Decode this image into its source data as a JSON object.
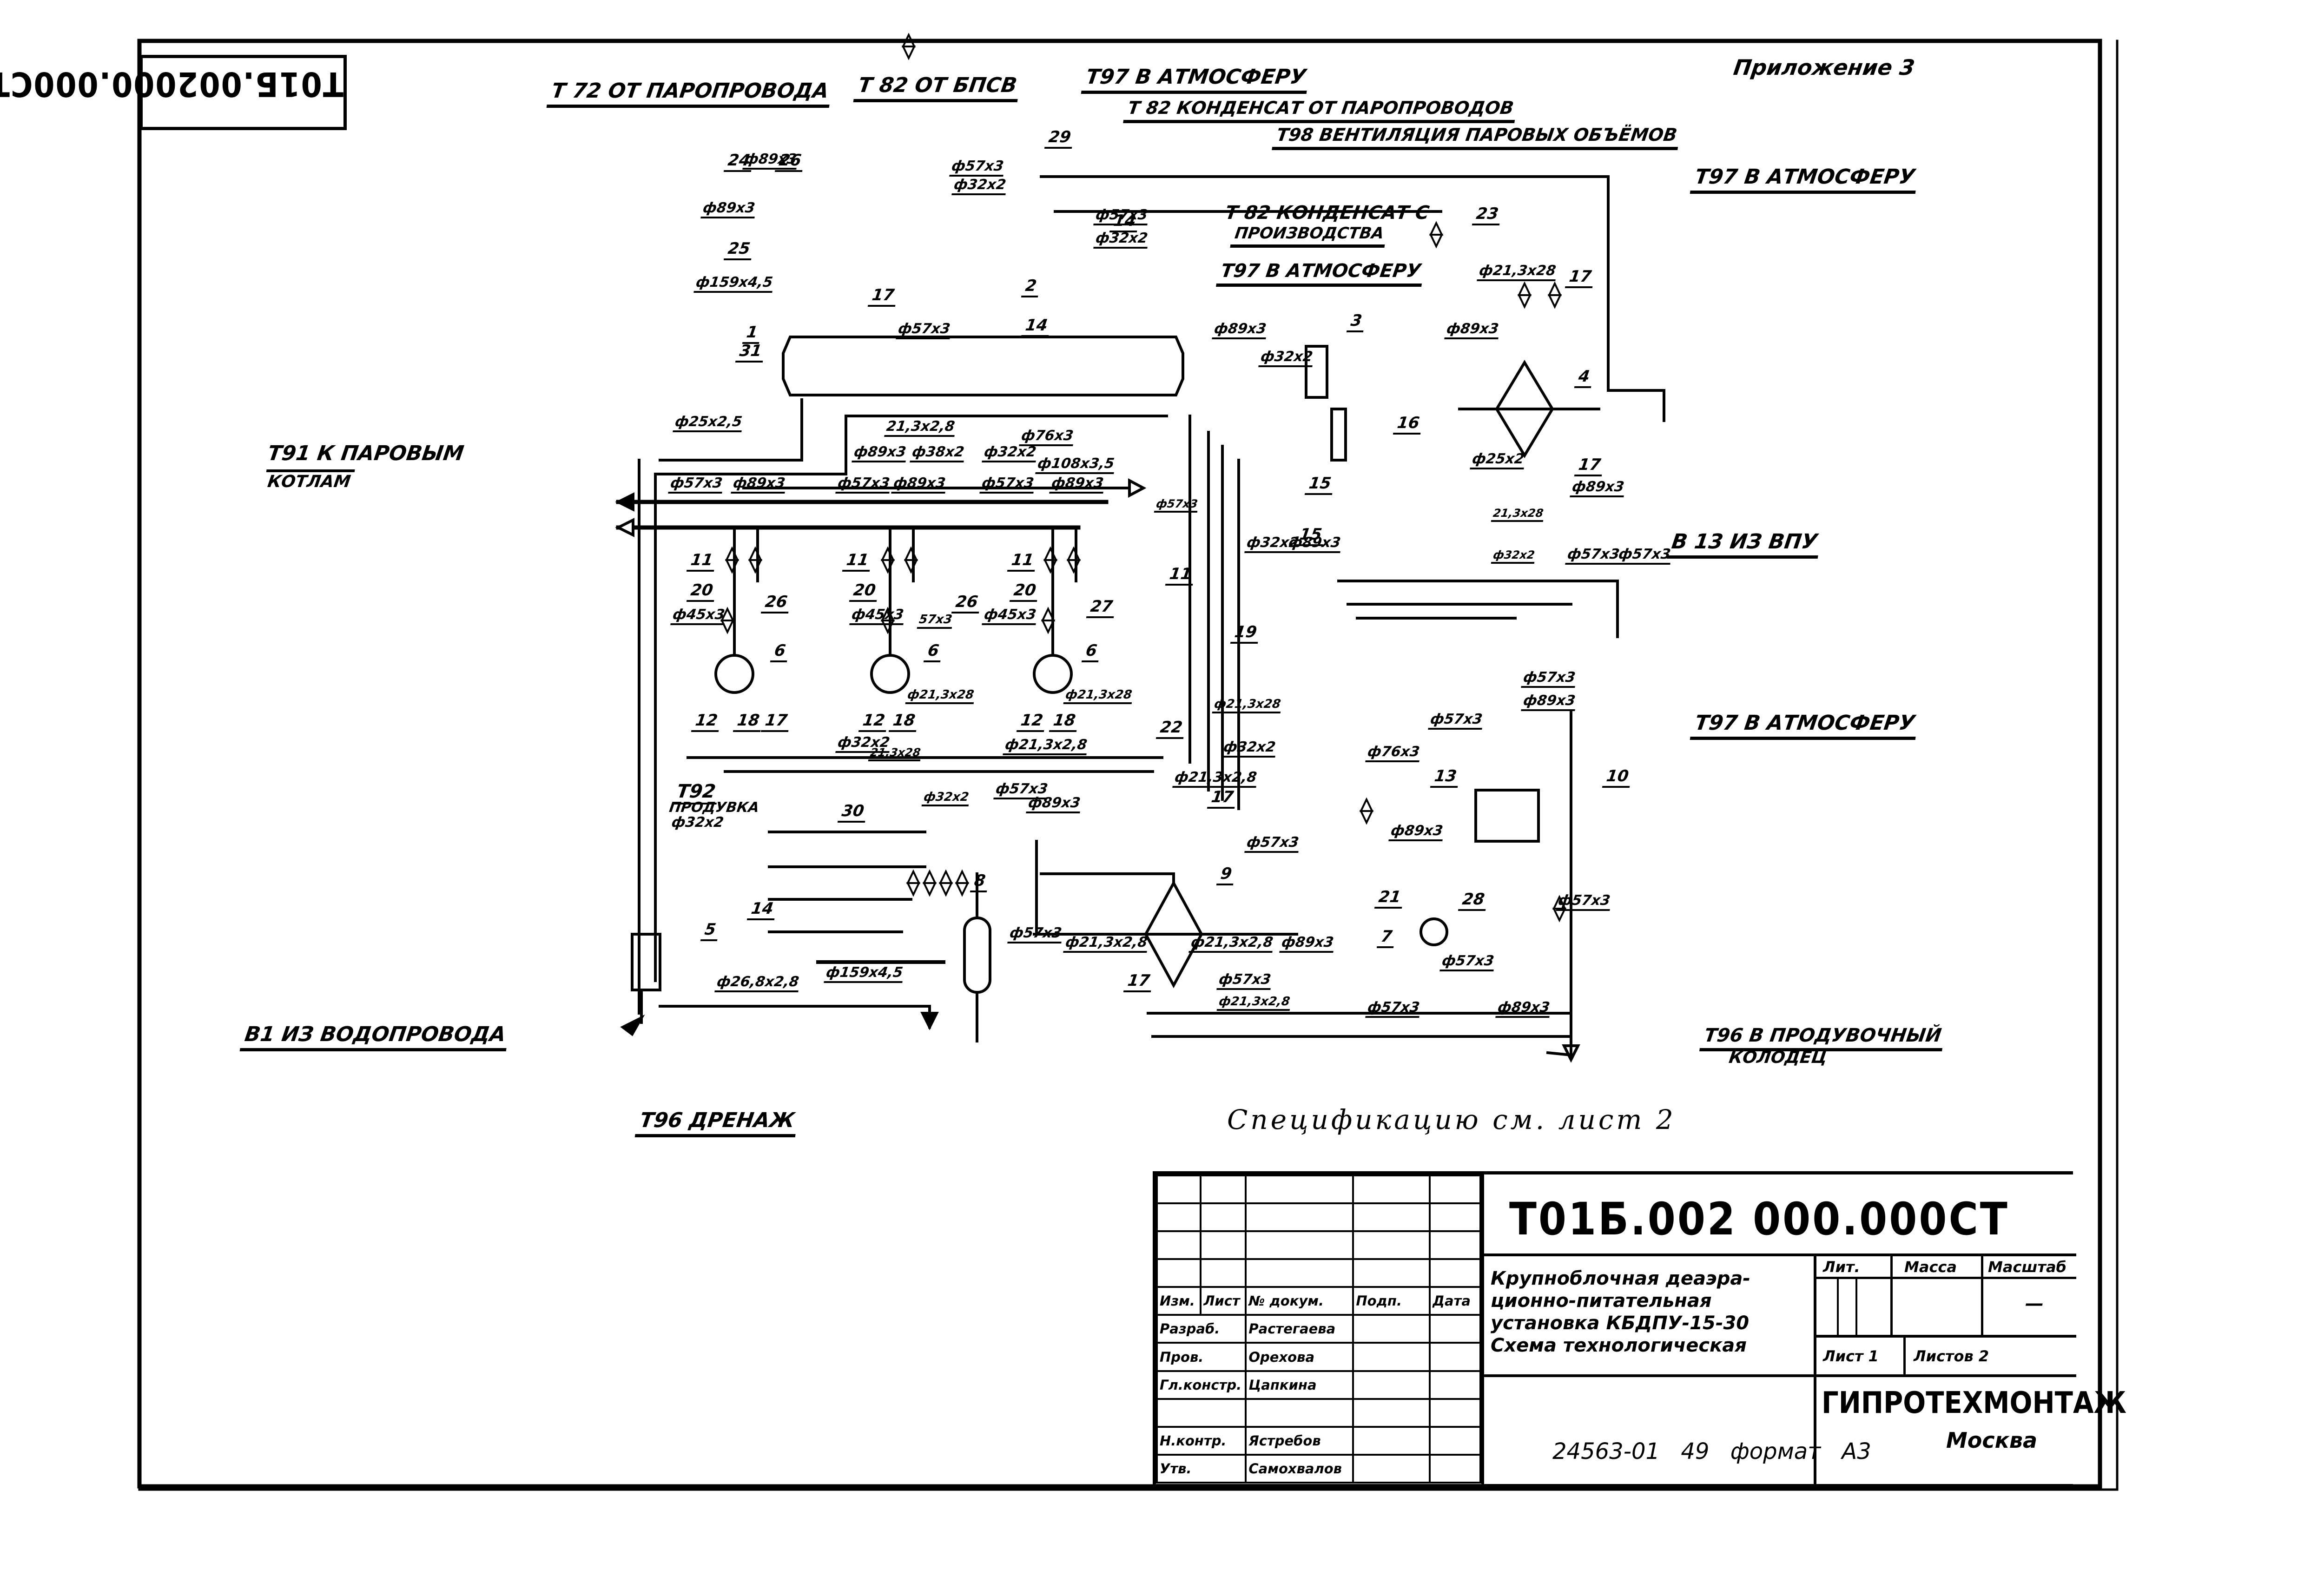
{
  "sheet": {
    "stamp_code_rotated": "Т01Б.002000.000СТ",
    "appendix": "Приложение 3",
    "spec_note": "Спецификацию см. лист 2",
    "footer": "24563-01 49 формат А3"
  },
  "external_lines": [
    {
      "id": "t72",
      "text": "Т 72 ОТ ПАРОПРОВОДА"
    },
    {
      "id": "t82_bpsv",
      "text": "Т 82 ОТ БПСВ"
    },
    {
      "id": "t97_top",
      "text": "Т97 В АТМОСФЕРУ"
    },
    {
      "id": "t82_cond",
      "text": "Т 82 КОНДЕНСАТ ОТ ПАРОПРОВОДОВ"
    },
    {
      "id": "t98",
      "text": "Т98 ВЕНТИЛЯЦИЯ ПАРОВЫХ ОБЪЁМОВ"
    },
    {
      "id": "t82_prod_1",
      "text": "Т 82 КОНДЕНСАТ С"
    },
    {
      "id": "t82_prod_2",
      "text": "ПРОИЗВОДСТВА"
    },
    {
      "id": "t97_mid",
      "text": "Т97 В АТМОСФЕРУ"
    },
    {
      "id": "t97_right",
      "text": "Т97 В АТМОСФЕРУ"
    },
    {
      "id": "t91_1",
      "text": "Т91 К ПАРОВЫМ"
    },
    {
      "id": "t91_2",
      "text": "КОТЛАМ"
    },
    {
      "id": "b13",
      "text": "В 13 ИЗ ВПУ"
    },
    {
      "id": "t97_low",
      "text": "Т97 В АТМОСФЕРУ"
    },
    {
      "id": "t92_1",
      "text": "Т92"
    },
    {
      "id": "t92_2",
      "text": "ПРОДУВКА"
    },
    {
      "id": "t92_3",
      "text": "ф32х2"
    },
    {
      "id": "b1",
      "text": "В1 ИЗ ВОДОПРОВОДА"
    },
    {
      "id": "t96_well_1",
      "text": "Т96 В ПРОДУВОЧНЫЙ"
    },
    {
      "id": "t96_well_2",
      "text": "КОЛОДЕЦ"
    },
    {
      "id": "t96_drain",
      "text": "Т96 ДРЕНАЖ"
    }
  ],
  "pipe_labels": [
    "ф57х3",
    "ф32х2",
    "ф89х3",
    "ф89х3",
    "ф159х4,5",
    "ф57х3",
    "ф57х3",
    "ф32х2",
    "ф89х3",
    "ф21,3х28",
    "ф89х3",
    "ф32х2",
    "ф25х2,5",
    "21,3х2,8",
    "ф76х3",
    "ф89х3",
    "ф38х2",
    "ф32х2",
    "ф108х3,5",
    "ф57х3",
    "ф89х3",
    "ф57х3",
    "ф89х3",
    "ф57х3",
    "ф89х3",
    "ф57х3",
    "ф45х3",
    "ф45х3",
    "57х3",
    "ф45х3",
    "ф21,3х28",
    "ф21,3х28",
    "ф21,3х2,8",
    "ф32х2",
    "21,3х28",
    "ф57х3",
    "ф89х3",
    "ф21,3х28",
    "ф32х2",
    "ф21,3х2,8",
    "ф57х3",
    "ф76х3",
    "ф89х3",
    "ф57х3",
    "ф57х3",
    "ф32х2",
    "ф89х3",
    "ф25х2",
    "ф89х3",
    "21,3х28",
    "ф32х2",
    "ф57х3",
    "ф57х3",
    "ф57х3",
    "ф89х3",
    "ф57х3",
    "ф21,3х2,8",
    "ф21,3х2,8",
    "ф89х3",
    "ф57х3",
    "ф21,3х2,8",
    "ф57х3",
    "ф89х3",
    "ф57х3",
    "ф26,8х2,8",
    "ф159х4,5",
    "ф32х2"
  ],
  "position_numbers": [
    "1",
    "2",
    "3",
    "4",
    "5",
    "6",
    "6",
    "6",
    "7",
    "8",
    "9",
    "10",
    "11",
    "11",
    "11",
    "11",
    "12",
    "12",
    "12",
    "13",
    "14",
    "14",
    "14",
    "15",
    "15",
    "16",
    "17",
    "17",
    "17",
    "17",
    "17",
    "17",
    "18",
    "18",
    "18",
    "19",
    "20",
    "20",
    "20",
    "21",
    "22",
    "23",
    "24",
    "25",
    "26",
    "26",
    "26",
    "27",
    "28",
    "29",
    "30",
    "31"
  ],
  "title_block": {
    "document_code": "Т01Б.002 000.000СТ",
    "title_lines": [
      "Крупноблочная деаэра-",
      "ционно-питательная",
      "установка КБДПУ-15-30",
      "Схема технологическая"
    ],
    "columns": [
      "Изм.",
      "Лист",
      "№ докум.",
      "Подп.",
      "Дата"
    ],
    "rows": [
      {
        "role": "Разраб.",
        "name": "Растегаева"
      },
      {
        "role": "Пров.",
        "name": "Орехова"
      },
      {
        "role": "Гл.констр.",
        "name": "Цапкина"
      },
      {
        "role": "",
        "name": ""
      },
      {
        "role": "Н.контр.",
        "name": "Ястребов"
      },
      {
        "role": "Утв.",
        "name": "Самохвалов"
      }
    ],
    "lit_label": "Лит.",
    "mass_label": "Масса",
    "scale_label": "Масштаб",
    "scale_value": "—",
    "sheet": "Лист 1",
    "sheets": "Листов 2",
    "organization": "ГИПРОТЕХМОНТАЖ",
    "city": "Москва"
  }
}
